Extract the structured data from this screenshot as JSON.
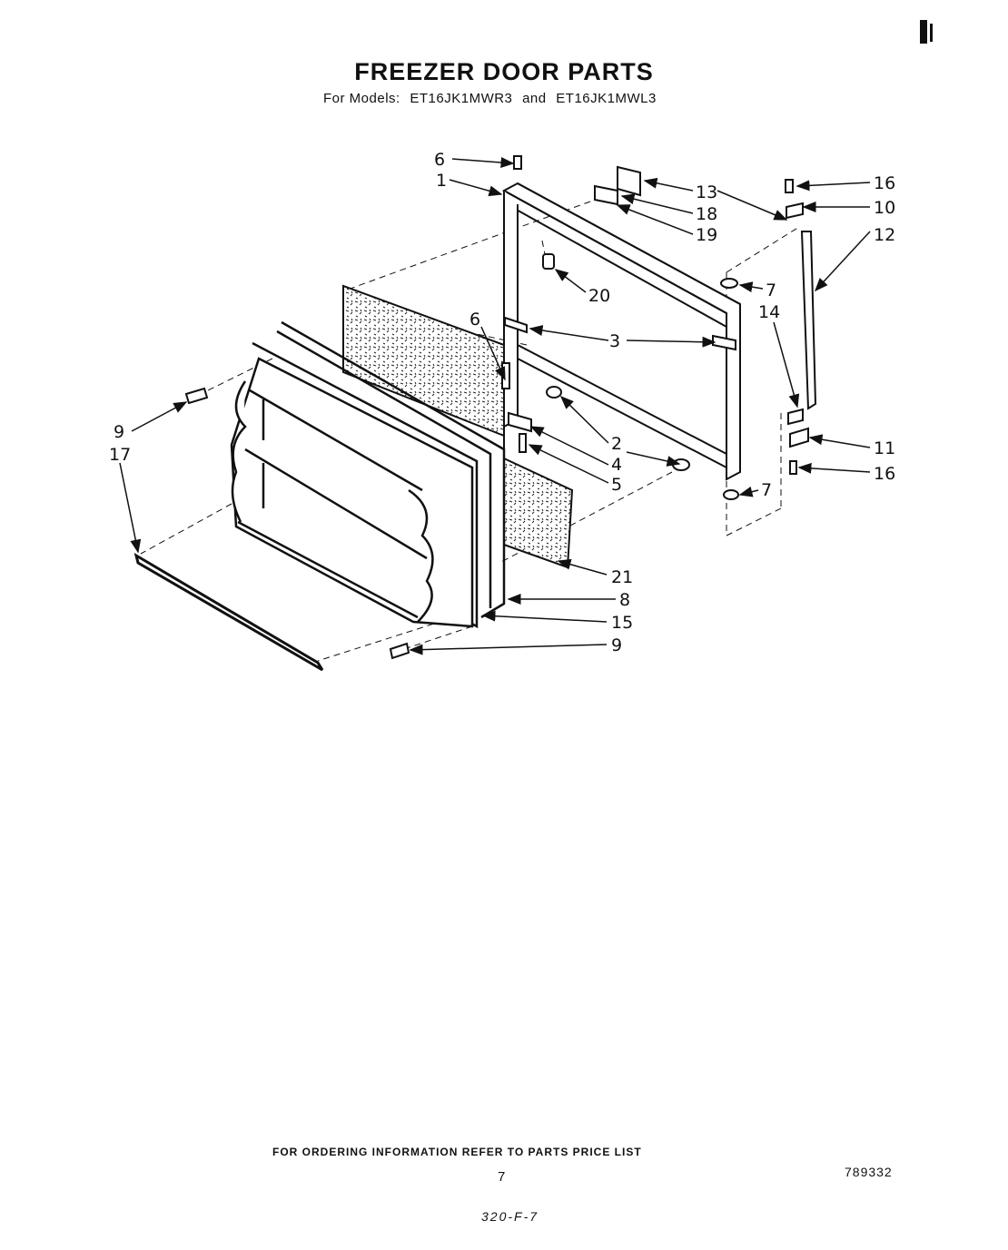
{
  "header": {
    "title": "FREEZER DOOR PARTS",
    "models_prefix": "For Models:",
    "model_1": "ET16JK1MWR3",
    "joiner": "and",
    "model_2": "ET16JK1MWL3"
  },
  "callouts": [
    {
      "id": "c-6a",
      "label": "6"
    },
    {
      "id": "c-1",
      "label": "1"
    },
    {
      "id": "c-13",
      "label": "13"
    },
    {
      "id": "c-18",
      "label": "18"
    },
    {
      "id": "c-19",
      "label": "19"
    },
    {
      "id": "c-16a",
      "label": "16"
    },
    {
      "id": "c-10",
      "label": "10"
    },
    {
      "id": "c-12",
      "label": "12"
    },
    {
      "id": "c-20",
      "label": "20"
    },
    {
      "id": "c-7a",
      "label": "7"
    },
    {
      "id": "c-14",
      "label": "14"
    },
    {
      "id": "c-6b",
      "label": "6"
    },
    {
      "id": "c-3",
      "label": "3"
    },
    {
      "id": "c-9a",
      "label": "9"
    },
    {
      "id": "c-17",
      "label": "17"
    },
    {
      "id": "c-2",
      "label": "2"
    },
    {
      "id": "c-4",
      "label": "4"
    },
    {
      "id": "c-5",
      "label": "5"
    },
    {
      "id": "c-11",
      "label": "11"
    },
    {
      "id": "c-16b",
      "label": "16"
    },
    {
      "id": "c-7b",
      "label": "7"
    },
    {
      "id": "c-21",
      "label": "21"
    },
    {
      "id": "c-8",
      "label": "8"
    },
    {
      "id": "c-15",
      "label": "15"
    },
    {
      "id": "c-9b",
      "label": "9"
    }
  ],
  "footer": {
    "ordering_note": "FOR ORDERING INFORMATION REFER TO PARTS PRICE LIST",
    "page_number": "7",
    "doc_number": "789332",
    "handwritten": "320-F-7"
  }
}
